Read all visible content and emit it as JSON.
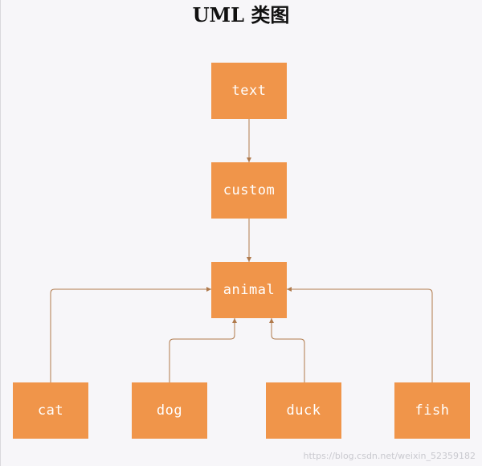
{
  "title": "UML 类图",
  "nodes": {
    "text": "text",
    "custom": "custom",
    "animal": "animal",
    "cat": "cat",
    "dog": "dog",
    "duck": "duck",
    "fish": "fish"
  },
  "colors": {
    "node_fill": "#f0954a",
    "node_text": "#ffffff",
    "connector": "#b07a4c",
    "background": "#f7f6f9"
  },
  "watermark": "https://blog.csdn.net/weixin_52359182"
}
